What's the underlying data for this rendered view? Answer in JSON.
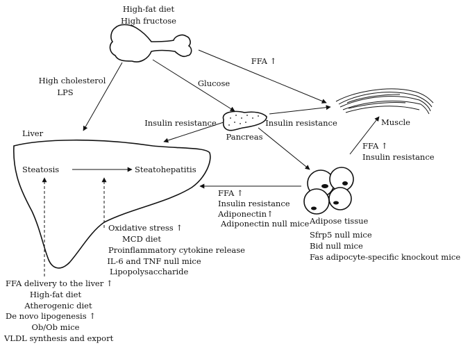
{
  "diet_top": {
    "line1": "High-fat diet",
    "line2": "High fructose"
  },
  "gut_to_liver": {
    "line1": "High cholesterol",
    "line2": "LPS"
  },
  "gut_to_muscle": "FFA ↑",
  "gut_to_pancreas": "Glucose",
  "pancreas": {
    "label": "Pancreas",
    "to_liver": "Insulin resistance",
    "to_muscle": "Insulin resistance"
  },
  "muscle": {
    "label": "Muscle"
  },
  "adipose_to_muscle": {
    "line1": "FFA ↑",
    "line2": "Insulin resistance"
  },
  "liver": {
    "label": "Liver",
    "steatosis": "Steatosis",
    "steatohepatitis": "Steatohepatitis"
  },
  "adipose_to_liver": {
    "line1": "FFA ↑",
    "line2": "Insulin resistance",
    "line3": "Adiponectin↑",
    "line4": "Adiponectin null mice"
  },
  "adipose": {
    "label": "Adipose tissue",
    "models": [
      "Sfrp5 null mice",
      "Bid null mice",
      "Fas adipocyte-specific knockout mice"
    ]
  },
  "steatohepatitis_factors": [
    "Oxidative stress ↑",
    "MCD diet",
    "Proinflammatory cytokine release",
    "IL-6 and TNF null mice",
    "Lipopolysaccharide"
  ],
  "steatosis_factors": [
    "FFA delivery to the liver ↑",
    "High-fat diet",
    "Atherogenic diet",
    "De novo lipogenesis ↑",
    "Ob/Ob mice",
    "VLDL synthesis and export"
  ]
}
